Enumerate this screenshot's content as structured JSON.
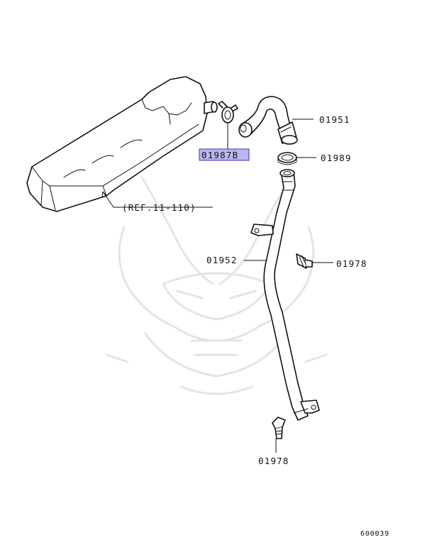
{
  "colors": {
    "highlight_fill": "#b9b8f0",
    "highlight_border": "#3a36b5",
    "line": "#111111",
    "watermark": "#e4e4e4"
  },
  "labels": {
    "hose": "01951",
    "clamp_highlighted": "01987B",
    "clamp_lower": "01989",
    "reference": "(REF.11-110)",
    "tube": "01952",
    "bolt_right": "01978",
    "bolt_bottom": "01978",
    "diagram_number": "600039"
  }
}
